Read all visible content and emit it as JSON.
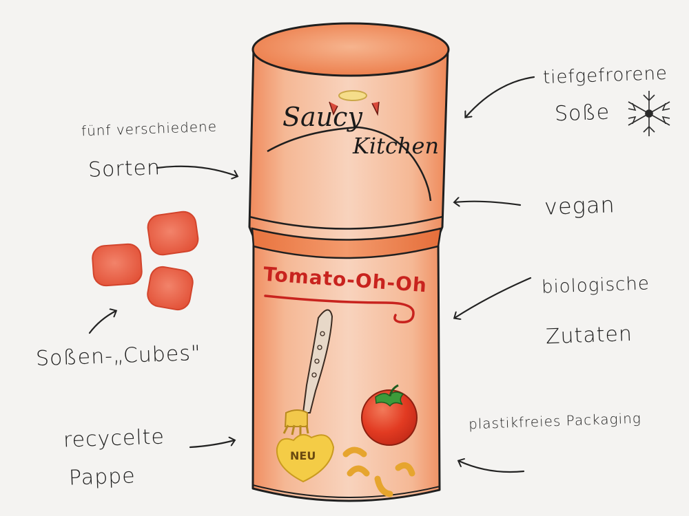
{
  "brand": {
    "word1": "Saucy",
    "word2": "Kitchen"
  },
  "product": {
    "name": "Tomato-Oh-Oh",
    "badge": "NEU"
  },
  "annotations": {
    "varieties_line1": "fünf verschiedene",
    "varieties_line2": "Sorten",
    "frozen_line1": "tiefgefrorene",
    "frozen_line2": "Soße",
    "vegan": "vegan",
    "organic_line1": "biologische",
    "organic_line2": "Zutaten",
    "cubes": "Soßen-„Cubes\"",
    "plastic_free": "plastikfreies Packaging",
    "recycled_line1": "recycelte",
    "recycled_line2": "Pappe"
  },
  "colors": {
    "background": "#f4f3f1",
    "packaging": "#f6c6a8",
    "packaging_dark": "#ef8f62",
    "sauce_red": "#c8231e",
    "tomato": "#e03a22",
    "cube": "#e8563c",
    "pasta": "#f1bf45"
  }
}
